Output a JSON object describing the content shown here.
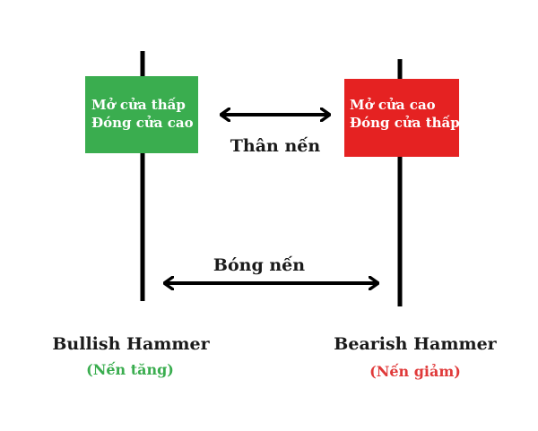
{
  "bullish": {
    "body_line1": "Mở cửa thấp",
    "body_line2": "Đóng cửa cao",
    "name": "Bullish Hammer",
    "subtitle": "(Nến tăng)"
  },
  "bearish": {
    "body_line1": "Mở cửa cao",
    "body_line2": "Đóng cửa thấp",
    "name": "Bearish Hammer",
    "subtitle": "(Nến giảm)"
  },
  "labels": {
    "body": "Thân nến",
    "shadow": "Bóng nến"
  },
  "colors": {
    "bullish_body": "#3aad4f",
    "bearish_body": "#e52222",
    "bullish_subtitle": "#3aad4f",
    "bearish_subtitle": "#e03a3a",
    "line": "#000000",
    "label_text": "#1a1a1a"
  }
}
